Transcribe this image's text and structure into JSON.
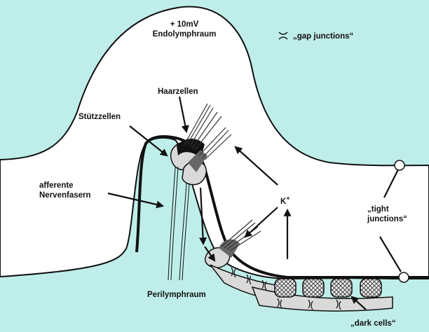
{
  "labels": {
    "potential": "+ 10mV",
    "endolymph": "Endolymphraum",
    "gap_junctions": "„gap junctions“",
    "hair_cells": "Haarzellen",
    "supporting_cells": "Stützzellen",
    "afferent_line1": "afferente",
    "afferent_line2": "Nervenfasern",
    "potassium": "K",
    "potassium_charge": "+",
    "tight_line1": "„tight",
    "tight_line2": "junctions“",
    "perilymph": "Perilymphraum",
    "dark_cells": "„dark cells“"
  },
  "colors": {
    "perilymph_bg": "#bfeeea",
    "endolymph_bg": "#ffffff",
    "outline": "#111111",
    "cell_fill": "#d9d9d9",
    "dark_cell_pattern": "#5a5a5a"
  },
  "icons": {
    "gap_junction_symbol": "gap-junction-icon",
    "arrow": "arrow-icon"
  }
}
